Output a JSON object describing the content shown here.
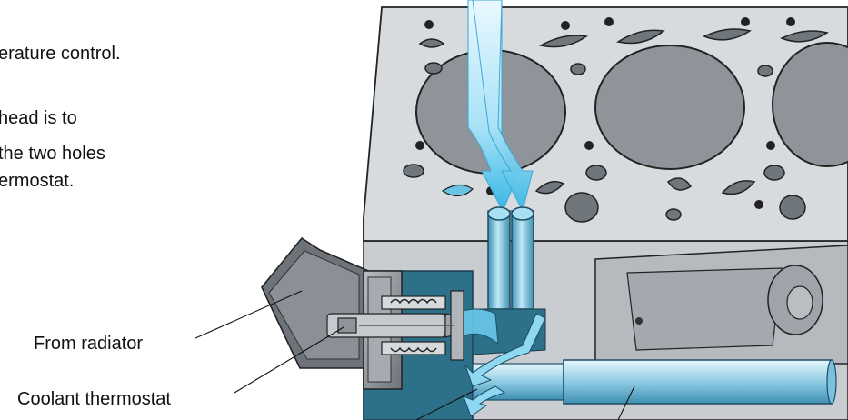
{
  "text": {
    "intro_line1": "erature control.",
    "intro_line2": "head is to",
    "intro_line3": "the two holes",
    "intro_line4": "ermostat."
  },
  "labels": {
    "from_radiator": "From radiator",
    "coolant_thermostat": "Coolant thermostat"
  },
  "colors": {
    "block_gray": "#d2d5d8",
    "block_dark": "#a9aeb3",
    "cylinder": "#8f959b",
    "coolant_dark": "#2c6f88",
    "flow_light": "#cdeefc",
    "flow_mid": "#7fd2f0",
    "pipe": "#9fd3e8"
  }
}
